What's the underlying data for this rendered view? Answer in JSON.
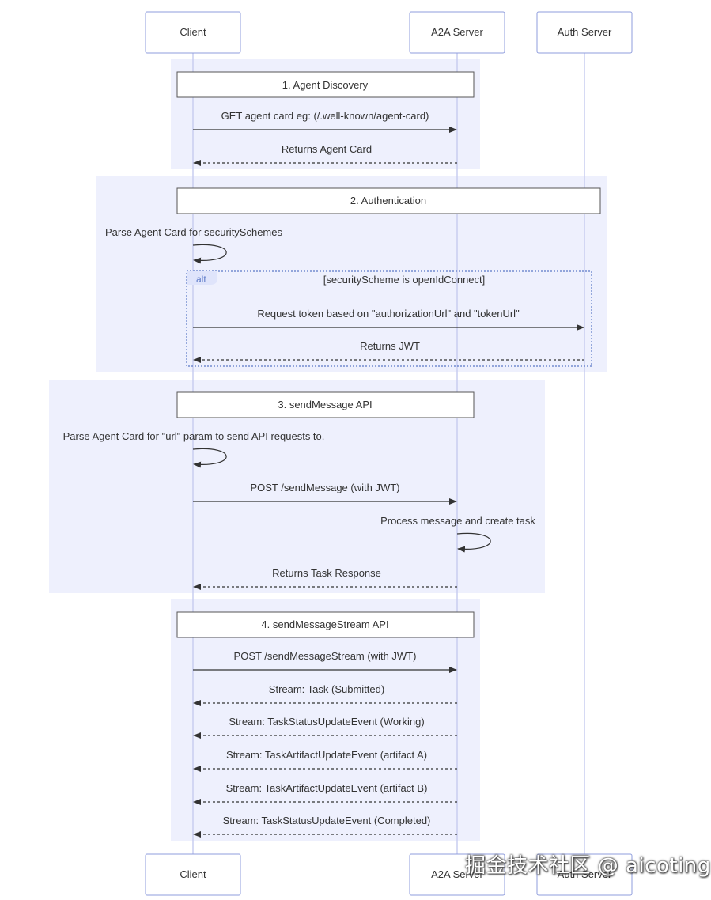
{
  "participants": {
    "client": "Client",
    "a2a": "A2A Server",
    "auth": "Auth Server"
  },
  "sections": {
    "discovery": "1. Agent Discovery",
    "authentication": "2. Authentication",
    "send_message": "3. sendMessage API",
    "send_stream": "4. sendMessageStream API"
  },
  "messages": {
    "get_card": "GET agent card eg: (/.well-known/agent-card)",
    "returns_card": "Returns Agent Card",
    "parse_security": "Parse Agent Card for securitySchemes",
    "request_token": "Request token based on \"authorizationUrl\" and \"tokenUrl\"",
    "returns_jwt": "Returns JWT",
    "parse_url": "Parse Agent Card for \"url\" param to send API requests to.",
    "post_send": "POST /sendMessage (with JWT)",
    "process_message": "Process message and create task",
    "returns_task": "Returns Task Response",
    "post_stream": "POST /sendMessageStream (with JWT)",
    "stream_submitted": "Stream: Task (Submitted)",
    "stream_working": "Stream: TaskStatusUpdateEvent (Working)",
    "stream_artifact_a": "Stream: TaskArtifactUpdateEvent (artifact A)",
    "stream_artifact_b": "Stream: TaskArtifactUpdateEvent (artifact B)",
    "stream_completed": "Stream: TaskStatusUpdateEvent (Completed)"
  },
  "alt": {
    "keyword": "alt",
    "condition": "[securityScheme is openIdConnect]"
  },
  "watermark": "掘金技术社区 @ aicoting",
  "colors": {
    "section_bg": "#eef0fd",
    "box_stroke": "#8f9ddc",
    "lifeline": "#c8cdf0",
    "arrow": "#333333",
    "alt_border": "#5b78c7",
    "alt_tag_bg": "#dfe4fb",
    "alt_tag_text": "#5b78c7"
  }
}
